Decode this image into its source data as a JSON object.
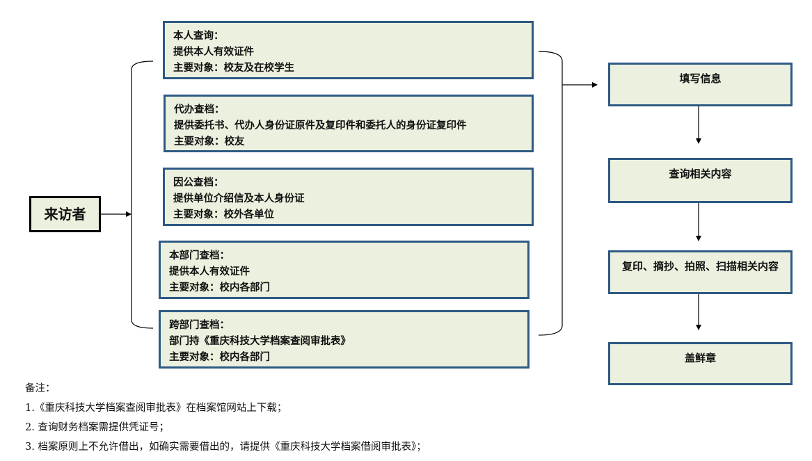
{
  "visitor": {
    "label": "来访者"
  },
  "cases": [
    {
      "title": "本人查询：",
      "requirement": "提供本人有效证件",
      "target": "主要对象：校友及在校学生"
    },
    {
      "title": "代办查档：",
      "requirement": "提供委托书、代办人身份证原件及复印件和委托人的身份证复印件",
      "target": "主要对象：校友"
    },
    {
      "title": "因公查档：",
      "requirement": "提供单位介绍信及本人身份证",
      "target": "主要对象：校外各单位"
    },
    {
      "title": "本部门查档：",
      "requirement": "提供本人有效证件",
      "target": "主要对象：校内各部门"
    },
    {
      "title": "跨部门查档：",
      "requirement": "部门持《重庆科技大学档案查阅审批表》",
      "target": "主要对象：校内各部门"
    }
  ],
  "steps": [
    {
      "label": "填写信息"
    },
    {
      "label": "查询相关内容"
    },
    {
      "label": "复印、摘抄、拍照、扫描相关内容"
    },
    {
      "label": "盖鲜章"
    }
  ],
  "notes": {
    "heading": "备注：",
    "items": [
      "1.《重庆科技大学档案查阅审批表》在档案馆网站上下载；",
      "2.  查询财务档案需提供凭证号；",
      "3.  档案原则上不允许借出，如确实需要借出的，请提供《重庆科技大学档案借阅审批表》；"
    ]
  },
  "colors": {
    "box_fill": "#ebf1de",
    "box_border": "#2e5a84",
    "line": "#000000"
  }
}
